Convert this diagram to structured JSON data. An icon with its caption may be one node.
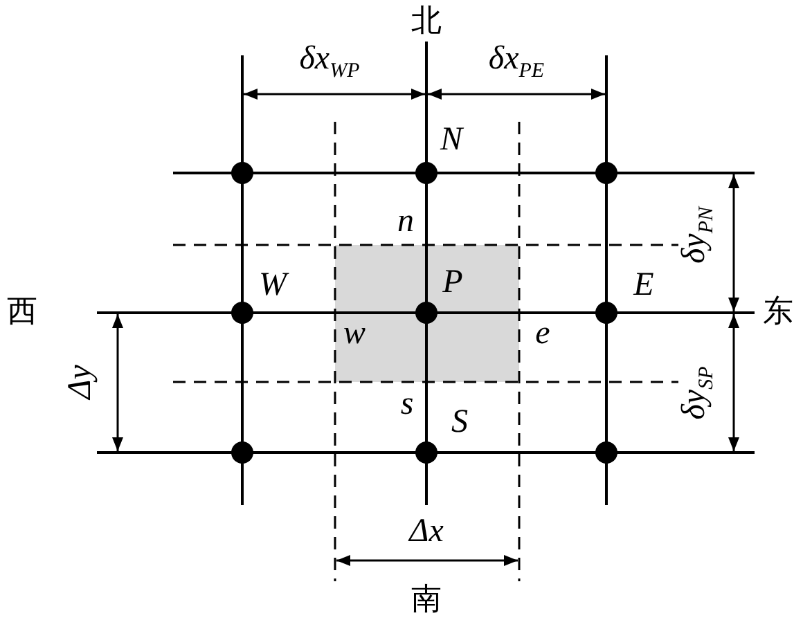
{
  "diagram": {
    "labels": [
      "北",
      "δx$_{WP}$",
      "δx$_{PE}$",
      "*N*",
      "*n*",
      "西",
      "*W*",
      "*P*",
      "*E*",
      "东",
      "*w*",
      "*e*",
      "*s*",
      "*S*",
      "Δy",
      "δy$_{PN}$",
      "δy$_{SP}$",
      "Δx",
      "南"
    ]
  }
}
